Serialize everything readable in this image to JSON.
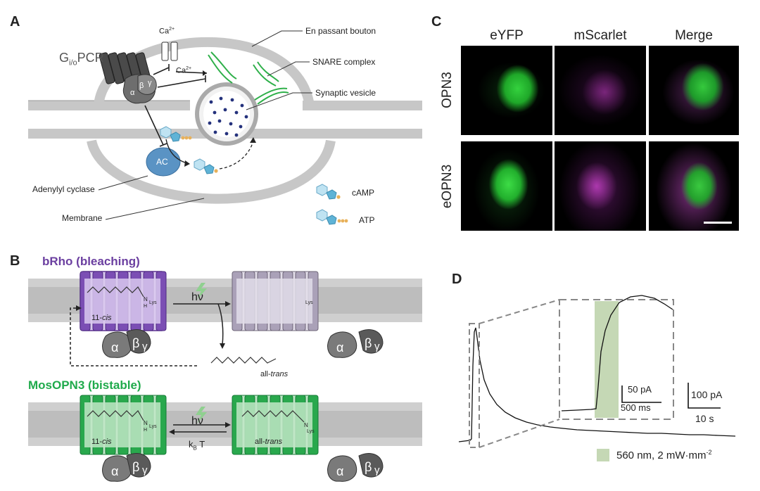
{
  "panels": {
    "a": "A",
    "b": "B",
    "c": "C",
    "d": "D"
  },
  "panel_a": {
    "gpcr_base": "G",
    "gpcr_sub": "i/o",
    "gpcr_tail": "PCR",
    "ca_top": "Ca",
    "ca_inside": "Ca",
    "ca_sup": "2+",
    "alpha": "α",
    "beta": "β",
    "gamma": "γ",
    "ac": "AC",
    "en_passant": "En passant bouton",
    "snare": "SNARE complex",
    "vesicle": "Synaptic vesicle",
    "adenylyl": "Adenylyl cyclase",
    "membrane": "Membrane",
    "camp": "cAMP",
    "atp": "ATP"
  },
  "panel_b": {
    "brho_title": "bRho (bleaching)",
    "mos_title": "MosOPN3 (bistable)",
    "hv": "hν",
    "cis": "11-cis",
    "cis_prefix": "11-",
    "cis_italic": "cis",
    "all_trans_prefix": "all-",
    "all_trans_italic": "trans",
    "lys": "Lys",
    "n": "N",
    "h": "H",
    "kb": "k",
    "kb_sub": "B",
    "t": "T",
    "alpha": "α",
    "beta": "β",
    "gamma": "γ",
    "brho_color": "#6b3fa0",
    "mos_color": "#1faa4b"
  },
  "panel_c": {
    "col_headers": [
      "eYFP",
      "mScarlet",
      "Merge"
    ],
    "row_headers": [
      "OPN3",
      "eOPN3"
    ]
  },
  "panel_d": {
    "scale_inset_y": "50 pA",
    "scale_inset_x": "500 ms",
    "scale_main_y": "100 pA",
    "scale_main_x": "10 s",
    "legend_prefix": "560 nm, 2 mW·mm",
    "legend_sup": "-2",
    "light_color": "#c5d8b5"
  }
}
